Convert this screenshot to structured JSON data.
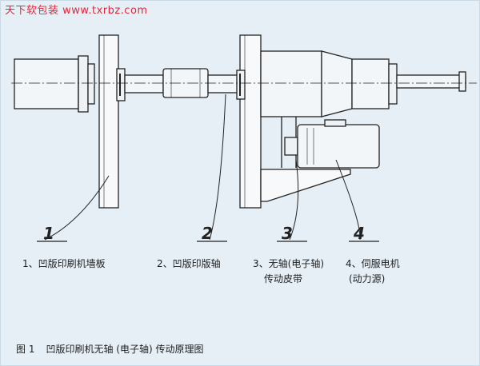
{
  "watermark": "天下软包装 www.txrbz.com",
  "callouts": {
    "n1": "1",
    "n2": "2",
    "n3": "3",
    "n4": "4"
  },
  "labels": {
    "item1": "1、凹版印刷机墙板",
    "item2": "2、凹版印版轴",
    "item3_line1": "3、无轴(电子轴)",
    "item3_line2": "传动皮带",
    "item4_line1": "4、伺服电机",
    "item4_line2": "(动力源)"
  },
  "caption": {
    "fig": "图 1",
    "text": "凹版印刷机无轴 (电子轴) 传动原理图"
  },
  "colors": {
    "background": "#e6eff6",
    "line": "#222222",
    "watermark": "#e0283c"
  }
}
